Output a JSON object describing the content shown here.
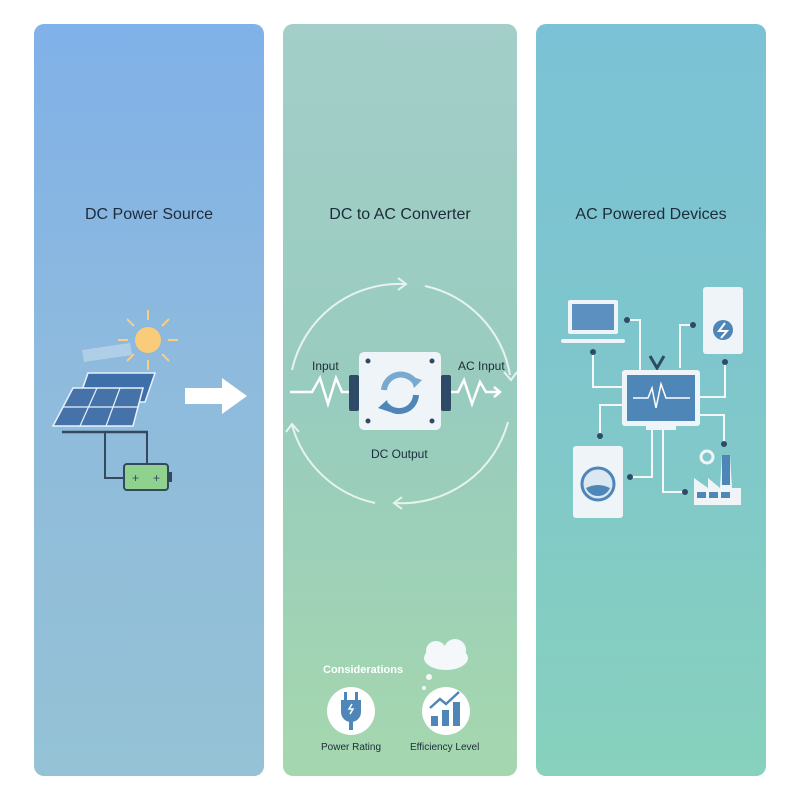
{
  "panels": [
    {
      "title": "DC Power Source"
    },
    {
      "title": "DC to AC Converter",
      "labels": {
        "input": "Input",
        "ac_input": "AC Input",
        "dc_output": "DC Output"
      }
    },
    {
      "title": "AC Powered Devices"
    }
  ],
  "considerations": {
    "heading": "Considerations",
    "items": [
      {
        "label": "Power Rating",
        "icon": "plug-icon"
      },
      {
        "label": "Efficiency Level",
        "icon": "chart-growth-icon"
      }
    ]
  },
  "colors": {
    "icon_blue": "#4f86b8",
    "dark": "#34495e",
    "sun": "#f9cf7a",
    "battery": "#8fd18e"
  }
}
